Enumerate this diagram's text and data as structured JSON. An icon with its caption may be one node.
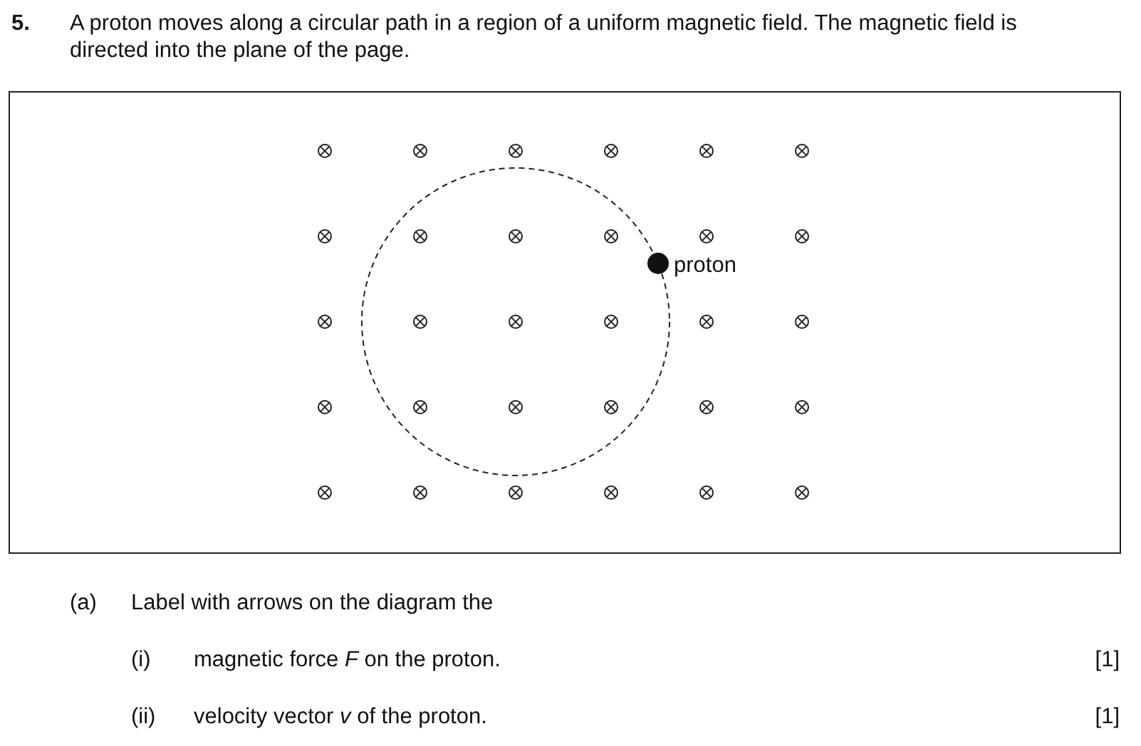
{
  "diagram": {
    "labels": [
      "5.",
      "A proton moves along a circular path in a region of a uniform magnetic field. The magnetic field is directed into the plane of the page.",
      "proton",
      "(a)",
      "Label with arrows on the diagram the",
      "(i)",
      "magnetic force *F* on the proton.",
      "[1]",
      "(ii)",
      "velocity vector *v* of the proton.",
      "[1]"
    ]
  }
}
